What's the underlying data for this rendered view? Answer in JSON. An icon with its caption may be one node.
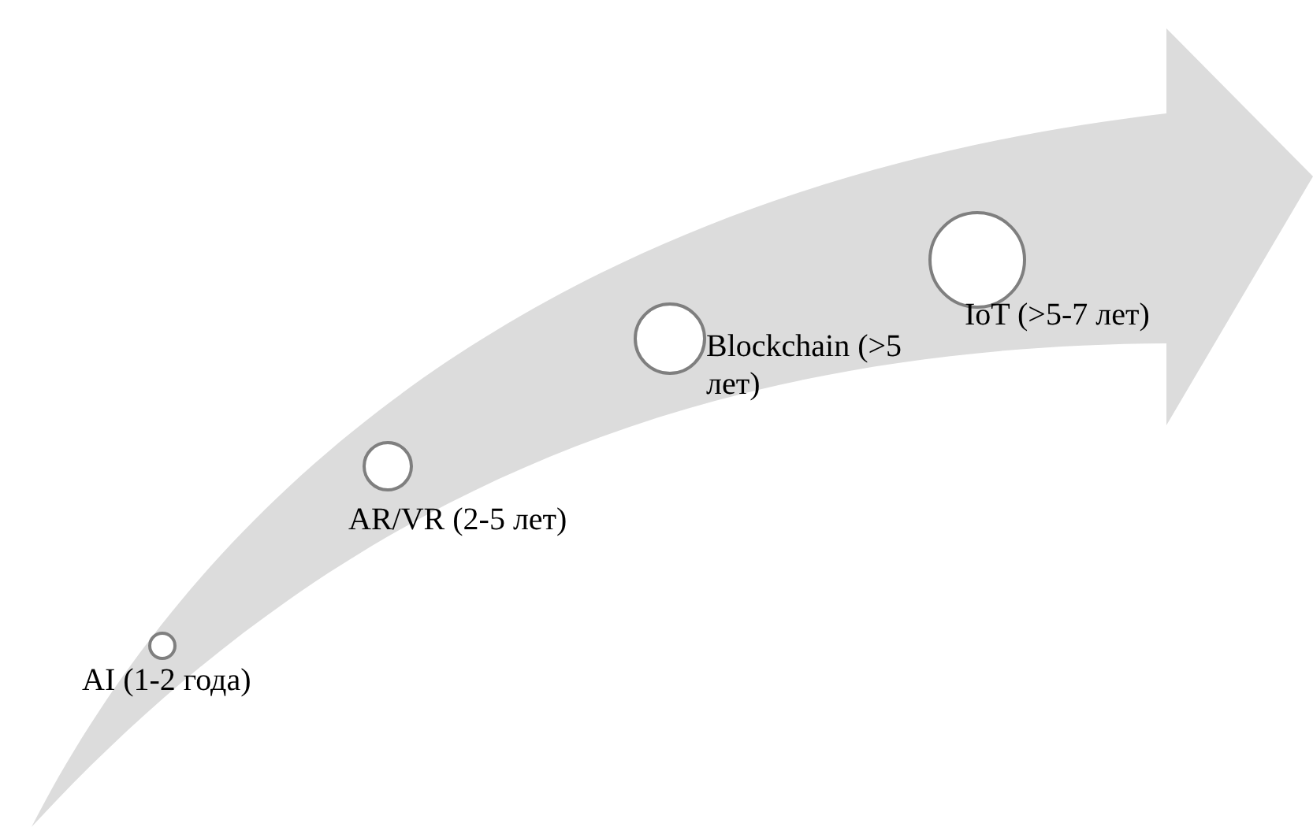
{
  "diagram": {
    "nodes": [
      {
        "text": [],
        "shape": "circle",
        "beside": [
          "AI (1-2 года)"
        ]
      },
      {
        "text": [],
        "shape": "circle",
        "beside": [
          "AR/VR (2-5 лет)"
        ]
      },
      {
        "text": [],
        "shape": "circle",
        "beside": [
          "Blockchain (>5 лет)"
        ]
      },
      {
        "text": [],
        "shape": "circle",
        "beside": [
          "IoT (>5-7 лет)"
        ]
      }
    ]
  }
}
